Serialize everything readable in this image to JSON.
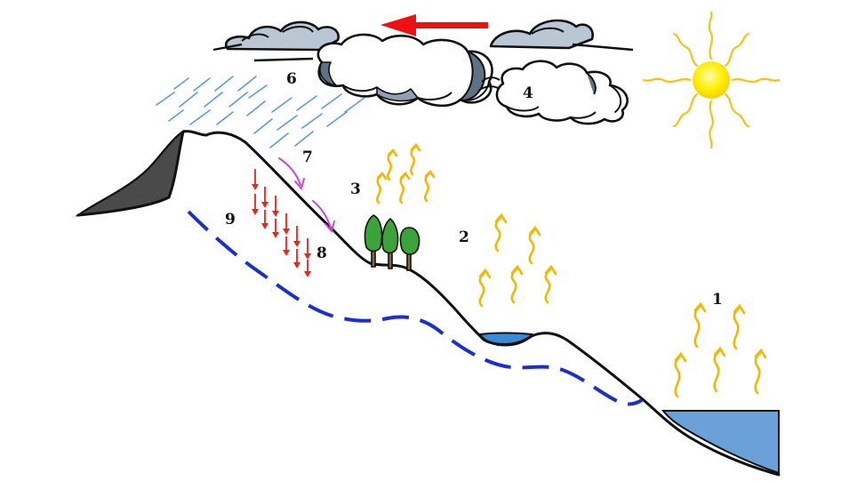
{
  "labels": {
    "n1": "1",
    "n2": "2",
    "n3": "3",
    "n4": "4",
    "n6": "6",
    "n7": "7",
    "n8": "8",
    "n9": "9"
  },
  "colors": {
    "sky": "#ffffff",
    "cloud_fill": "#ffffff",
    "cloud_shade": "#b9c6d3",
    "cloud_dark": "#5f7184",
    "outline": "#111111",
    "sun": "#ffee00",
    "sun_rays": "#f5c21a",
    "vapor": "#f5b800",
    "rain": "#5b9bd5",
    "wind_arrow": "#ee1111",
    "runoff_arrow": "#cc44dd",
    "infiltration_arrow": "#ee2222",
    "groundwater_table": "#1a2fd0",
    "water": "#6aa1d8",
    "lake": "#3a8ad6",
    "mountain_shadow": "#4a4a4a",
    "tree_green": "#3aa43a",
    "trunk": "#8a6a44"
  },
  "icons": [
    "sun-icon",
    "cloud-icon",
    "rain-icon",
    "tree-icon",
    "vapor-icon",
    "arrow-icon"
  ]
}
